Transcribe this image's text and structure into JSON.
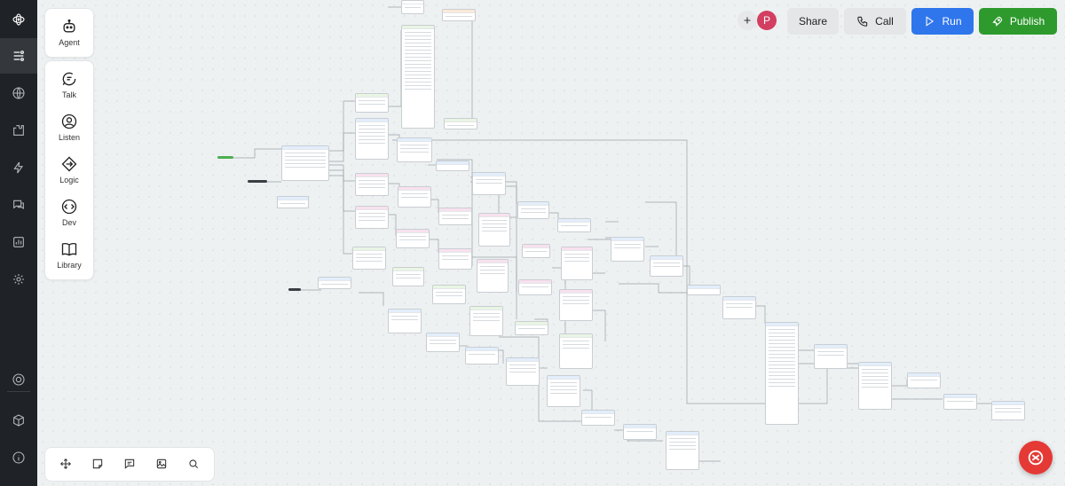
{
  "left_rail": {
    "icons": [
      "logo-icon",
      "flows-icon",
      "globe-icon",
      "integrations-icon",
      "analytics-icon",
      "conversations-icon",
      "reports-icon",
      "settings-icon",
      "target-icon",
      "box-icon",
      "info-icon"
    ]
  },
  "tools_panel": {
    "agent": {
      "label": "Agent",
      "icon": "robot-icon"
    },
    "items": [
      {
        "label": "Talk",
        "icon": "chat-icon"
      },
      {
        "label": "Listen",
        "icon": "user-icon"
      },
      {
        "label": "Logic",
        "icon": "logic-icon"
      },
      {
        "label": "Dev",
        "icon": "code-icon"
      },
      {
        "label": "Library",
        "icon": "book-icon"
      }
    ]
  },
  "bottom_toolbar": [
    "move-icon",
    "sticky-note-icon",
    "comment-icon",
    "image-icon",
    "search-icon"
  ],
  "topbar": {
    "avatar_initial": "P",
    "share_label": "Share",
    "call_label": "Call",
    "run_label": "Run",
    "publish_label": "Publish"
  },
  "colors": {
    "run": "#2f76ec",
    "publish": "#2e9a2e",
    "avatar": "#d23f60",
    "help": "#e53935",
    "rail": "#1f2226"
  }
}
